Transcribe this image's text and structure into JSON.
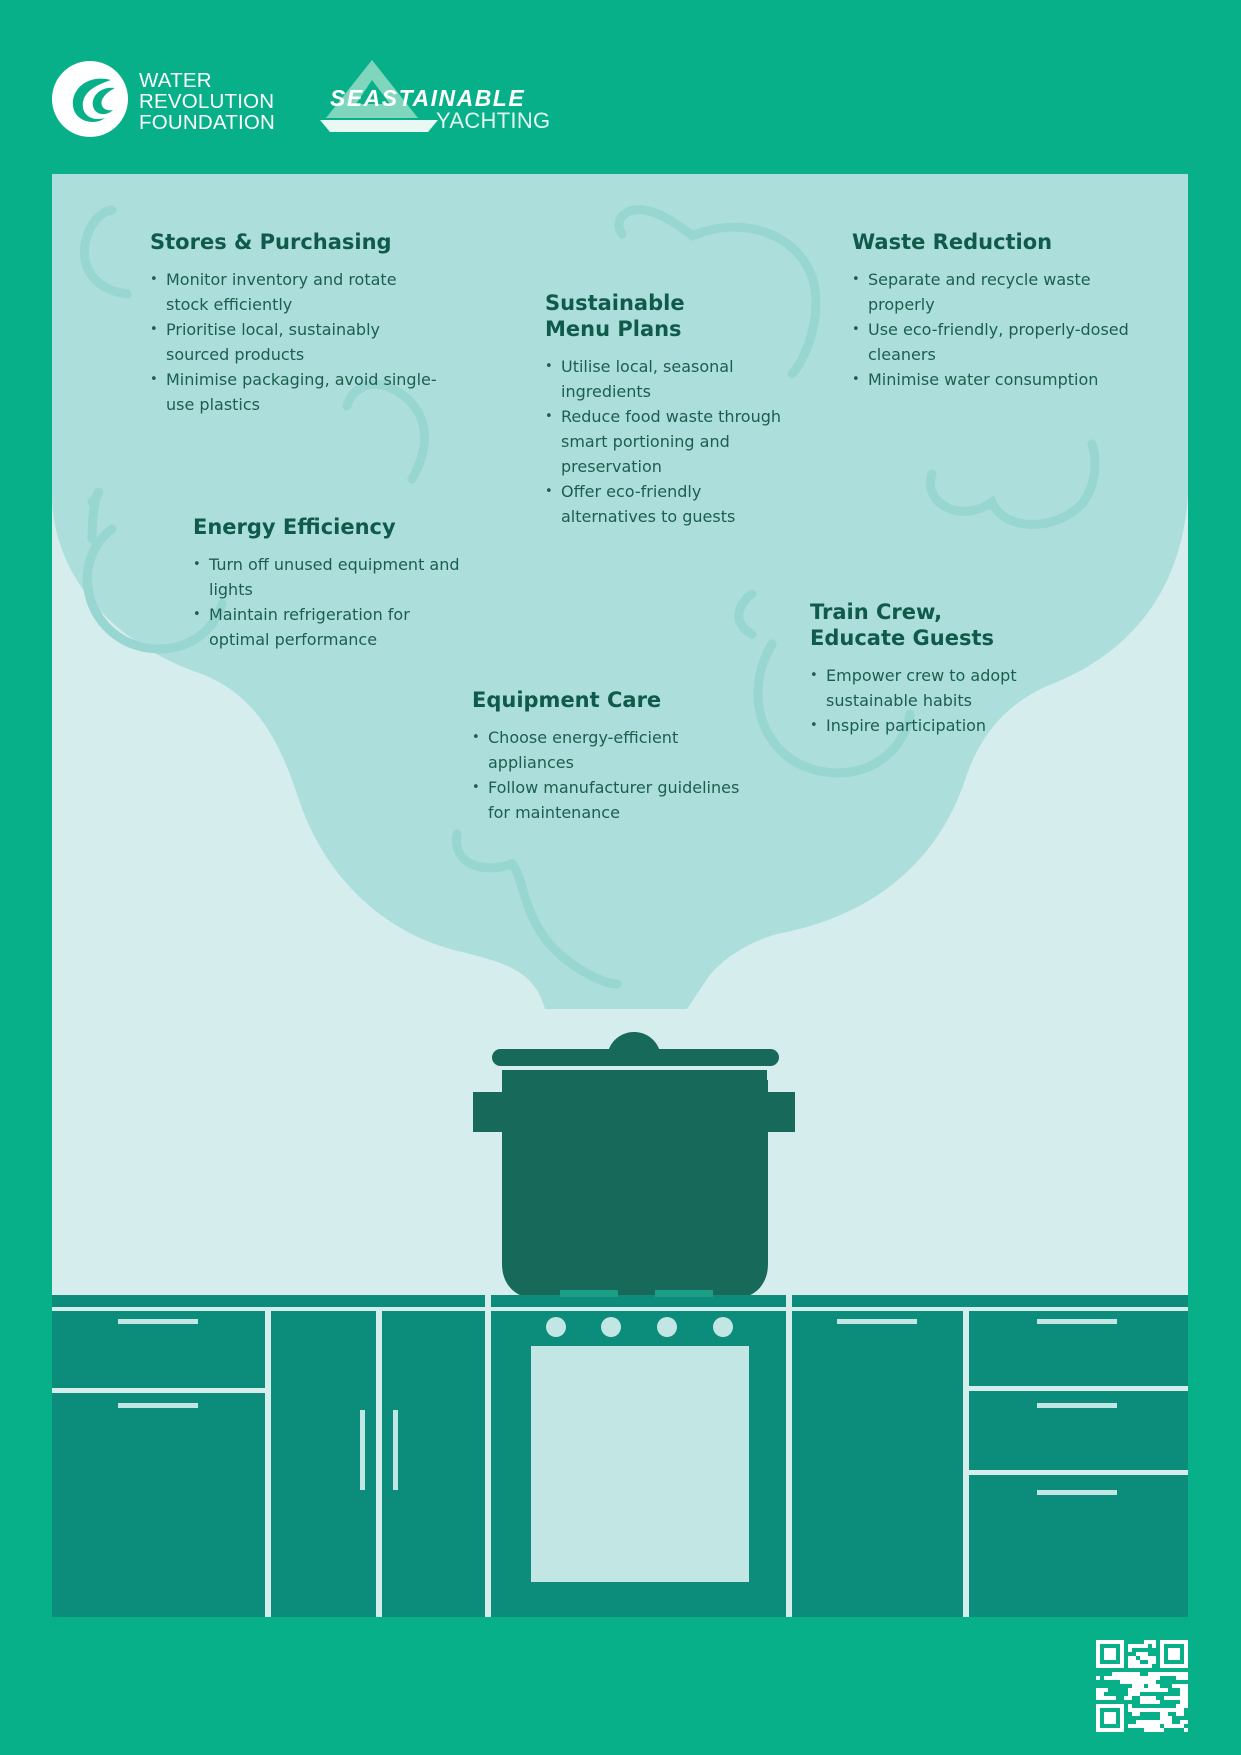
{
  "header": {
    "water_revolution_logo": {
      "icon": "wave-circle-icon",
      "lines": [
        "WATER",
        "REVOLUTION",
        "FOUNDATION"
      ]
    },
    "seastainable_logo": {
      "icon": "sail-triangle-icon",
      "line1": "SEASTAINABLE",
      "line2": "YACHTING"
    }
  },
  "sections": [
    {
      "title": "Stores & Purchasing",
      "items": [
        "Monitor inventory and rotate stock efficiently",
        "Prioritise local, sustainably sourced products",
        "Minimise packaging, avoid single-use plastics"
      ]
    },
    {
      "title": "Sustainable Menu Plans",
      "items": [
        "Utilise local, seasonal ingredients",
        "Reduce food waste through smart portioning and preservation",
        "Offer eco-friendly alternatives to guests"
      ]
    },
    {
      "title": "Waste Reduction",
      "items": [
        "Separate and recycle waste properly",
        "Use eco-friendly, properly-dosed cleaners",
        "Minimise water consumption"
      ]
    },
    {
      "title": "Energy Efficiency",
      "items": [
        "Turn off unused equipment and lights",
        "Maintain refrigeration for optimal performance"
      ]
    },
    {
      "title": "Train Crew, Educate Guests",
      "items": [
        "Empower crew to adopt sustainable habits",
        "Inspire participation"
      ]
    },
    {
      "title": "Equipment Care",
      "items": [
        "Choose energy-efficient appliances",
        "Follow manufacturer guidelines for maintenance"
      ]
    }
  ],
  "illustration": {
    "pot_icon": "cooking-pot-icon",
    "stove_icon": "oven-icon",
    "qr_icon": "qr-code-icon"
  },
  "colors": {
    "background": "#07b089",
    "panel": "#d5eded",
    "steam": "#acdedb",
    "pot": "#17695a",
    "cabinet": "#0c8c7a"
  }
}
